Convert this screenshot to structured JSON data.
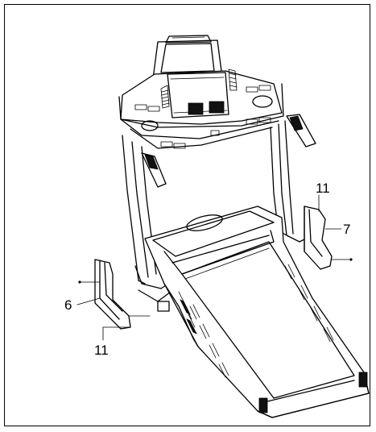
{
  "diagram": {
    "callouts": [
      {
        "id": "callout-11-top",
        "label": "11"
      },
      {
        "id": "callout-7",
        "label": "7"
      },
      {
        "id": "callout-6",
        "label": "6"
      },
      {
        "id": "callout-11-bottom",
        "label": "11"
      }
    ],
    "colors": {
      "line": "#000000",
      "background": "#ffffff"
    }
  }
}
